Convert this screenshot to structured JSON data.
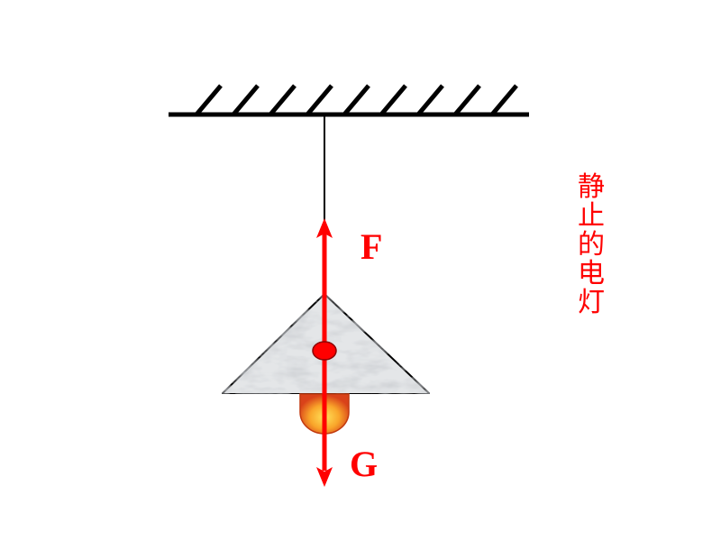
{
  "forces": {
    "upward": {
      "label": "F"
    },
    "downward": {
      "label": "G"
    }
  },
  "caption": {
    "chars": [
      "静",
      "止",
      "的",
      "电",
      "灯"
    ]
  },
  "colors": {
    "force": "#ff0000",
    "caption": "#ff0000",
    "line": "#000000",
    "lampshade_fill": "#e4e6e8",
    "bulb_inner": "#ffd23a",
    "bulb_outer": "#e0531b"
  }
}
